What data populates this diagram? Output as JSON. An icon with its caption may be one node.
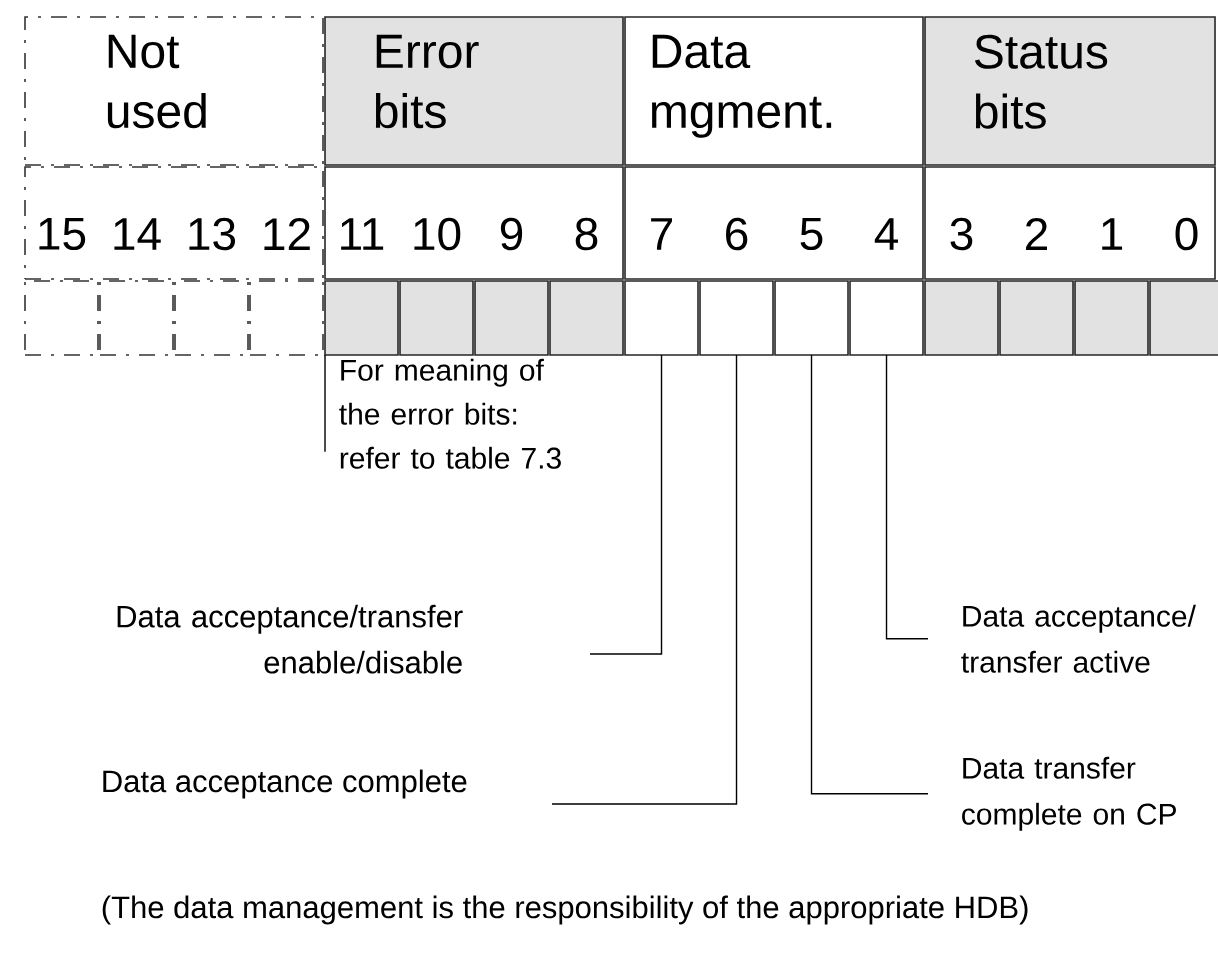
{
  "diagram": {
    "nodes": [
      {
        "text": [
          "Not used"
        ]
      },
      {
        "text": [
          "Error bits"
        ]
      },
      {
        "text": [
          "Data mgment."
        ]
      },
      {
        "text": [
          "Status bits"
        ]
      },
      {
        "text": [
          "15",
          "14",
          "13",
          "12"
        ]
      },
      {
        "text": [
          "11",
          "10",
          "9",
          "8"
        ]
      },
      {
        "text": [
          "7",
          "6",
          "5",
          "4"
        ]
      },
      {
        "text": [
          "3",
          "2",
          "1",
          "0"
        ]
      },
      {
        "text": [],
        "shape": "box"
      },
      {
        "text": [],
        "shape": "box"
      },
      {
        "text": [],
        "shape": "box"
      },
      {
        "text": [],
        "shape": "box"
      },
      {
        "text": [],
        "shape": "box"
      },
      {
        "text": [],
        "shape": "box"
      },
      {
        "text": [],
        "shape": "box"
      },
      {
        "text": [],
        "shape": "box"
      },
      {
        "text": [],
        "shape": "box"
      },
      {
        "text": [],
        "shape": "box"
      },
      {
        "text": [],
        "shape": "box"
      },
      {
        "text": [],
        "shape": "box"
      },
      {
        "text": [],
        "shape": "box"
      },
      {
        "text": [],
        "shape": "box"
      },
      {
        "text": [],
        "shape": "box"
      },
      {
        "text": [],
        "shape": "box"
      },
      {
        "text": [
          "For meaning of the error bits: refer to table 7.3"
        ]
      },
      {
        "text": [
          "Data acceptance/transfer enable/disable"
        ]
      },
      {
        "text": [
          "Data acceptance/ transfer active"
        ]
      },
      {
        "text": [
          "Data acceptance complete"
        ]
      },
      {
        "text": [
          "Data transfer complete on CP"
        ]
      }
    ],
    "edges": [
      {
        "from": 24,
        "to": 12,
        "arrow": "none"
      },
      {
        "from": 25,
        "to": 16,
        "arrow": "none"
      },
      {
        "from": 26,
        "to": 19,
        "arrow": "none"
      },
      {
        "from": 27,
        "to": 17,
        "arrow": "none"
      },
      {
        "from": 28,
        "to": 18,
        "arrow": "none"
      }
    ],
    "labels": [
      "(The data management is the responsibility of the appropriate HDB)"
    ]
  }
}
